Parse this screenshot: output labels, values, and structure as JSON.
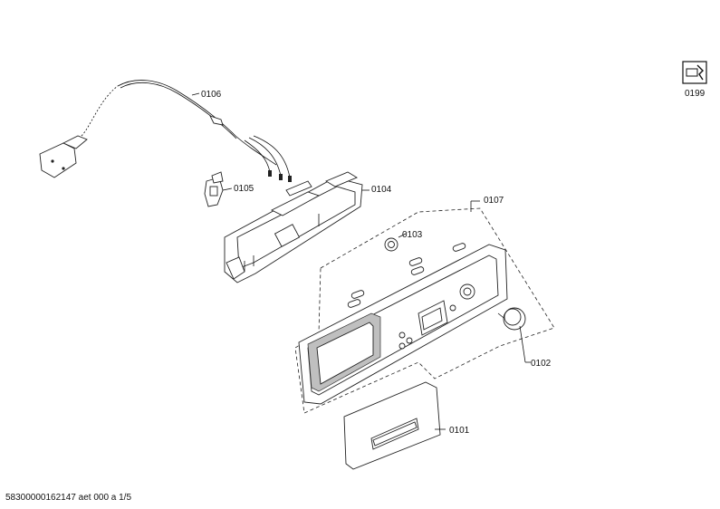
{
  "parts": [
    {
      "id": "part-0106",
      "label": "0106"
    },
    {
      "id": "part-0105",
      "label": "0105"
    },
    {
      "id": "part-0104",
      "label": "0104"
    },
    {
      "id": "part-0103",
      "label": "0103"
    },
    {
      "id": "part-0107",
      "label": "0107"
    },
    {
      "id": "part-0102",
      "label": "0102"
    },
    {
      "id": "part-0101",
      "label": "0101"
    }
  ],
  "service_icon": {
    "icon": "wrench-service-icon",
    "label": "0199"
  },
  "footer": {
    "document_code": "58300000162147 aet 000 a 1/5"
  }
}
